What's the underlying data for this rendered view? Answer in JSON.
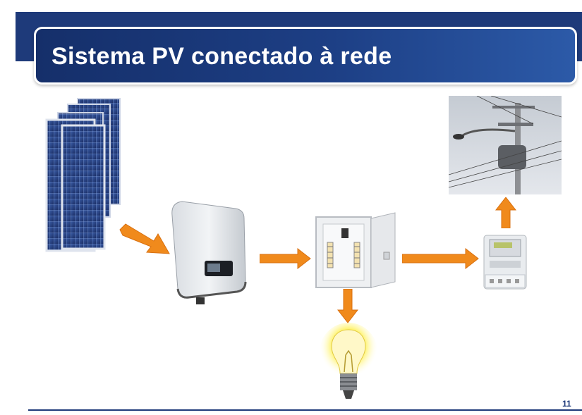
{
  "slide": {
    "title": "Sistema PV conectado à rede",
    "page_number": "11"
  },
  "components": {
    "solar_panels": "solar-panel-array",
    "inverter": "inverter",
    "distribution_board": "distribution-board",
    "meter": "electricity-meter",
    "grid": "utility-pole-transformer",
    "load": "light-bulb"
  },
  "colors": {
    "header_dark": "#152f6a",
    "header_light": "#2c5aa8",
    "arrow": "#f08a1c",
    "footer_line": "#1e3a7a"
  }
}
